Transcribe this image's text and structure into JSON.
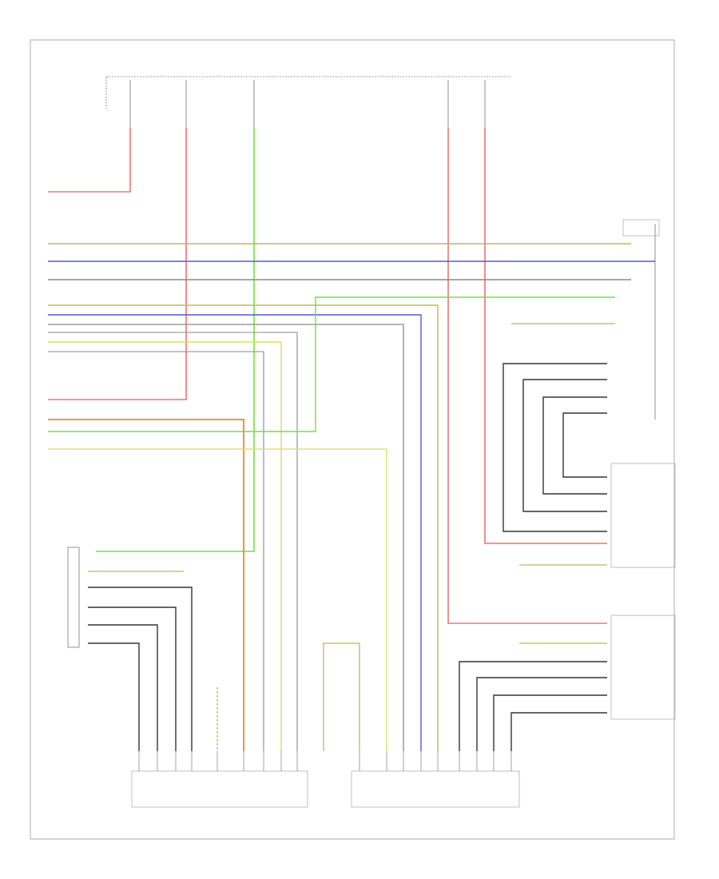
{
  "diagram": {
    "footer_code": "",
    "top_sources": [
      {
        "key": "src1",
        "label": ""
      },
      {
        "key": "src2",
        "label": ""
      },
      {
        "key": "src3",
        "label": ""
      },
      {
        "key": "src4",
        "label": ""
      },
      {
        "key": "src5",
        "label": ""
      }
    ],
    "components": {
      "left_module": "",
      "right_module_upper": "",
      "right_module_lower": "",
      "bottom_left_module": "",
      "bottom_right_module": "",
      "right_switch": ""
    },
    "colors": {
      "red": "#f07070",
      "pink": "#e87878",
      "olive": "#b8b860",
      "blue": "#5555dd",
      "gray": "#888888",
      "green": "#77dd44",
      "orange": "#ee8833",
      "yellow": "#dddd55",
      "dark": "#333333"
    }
  }
}
